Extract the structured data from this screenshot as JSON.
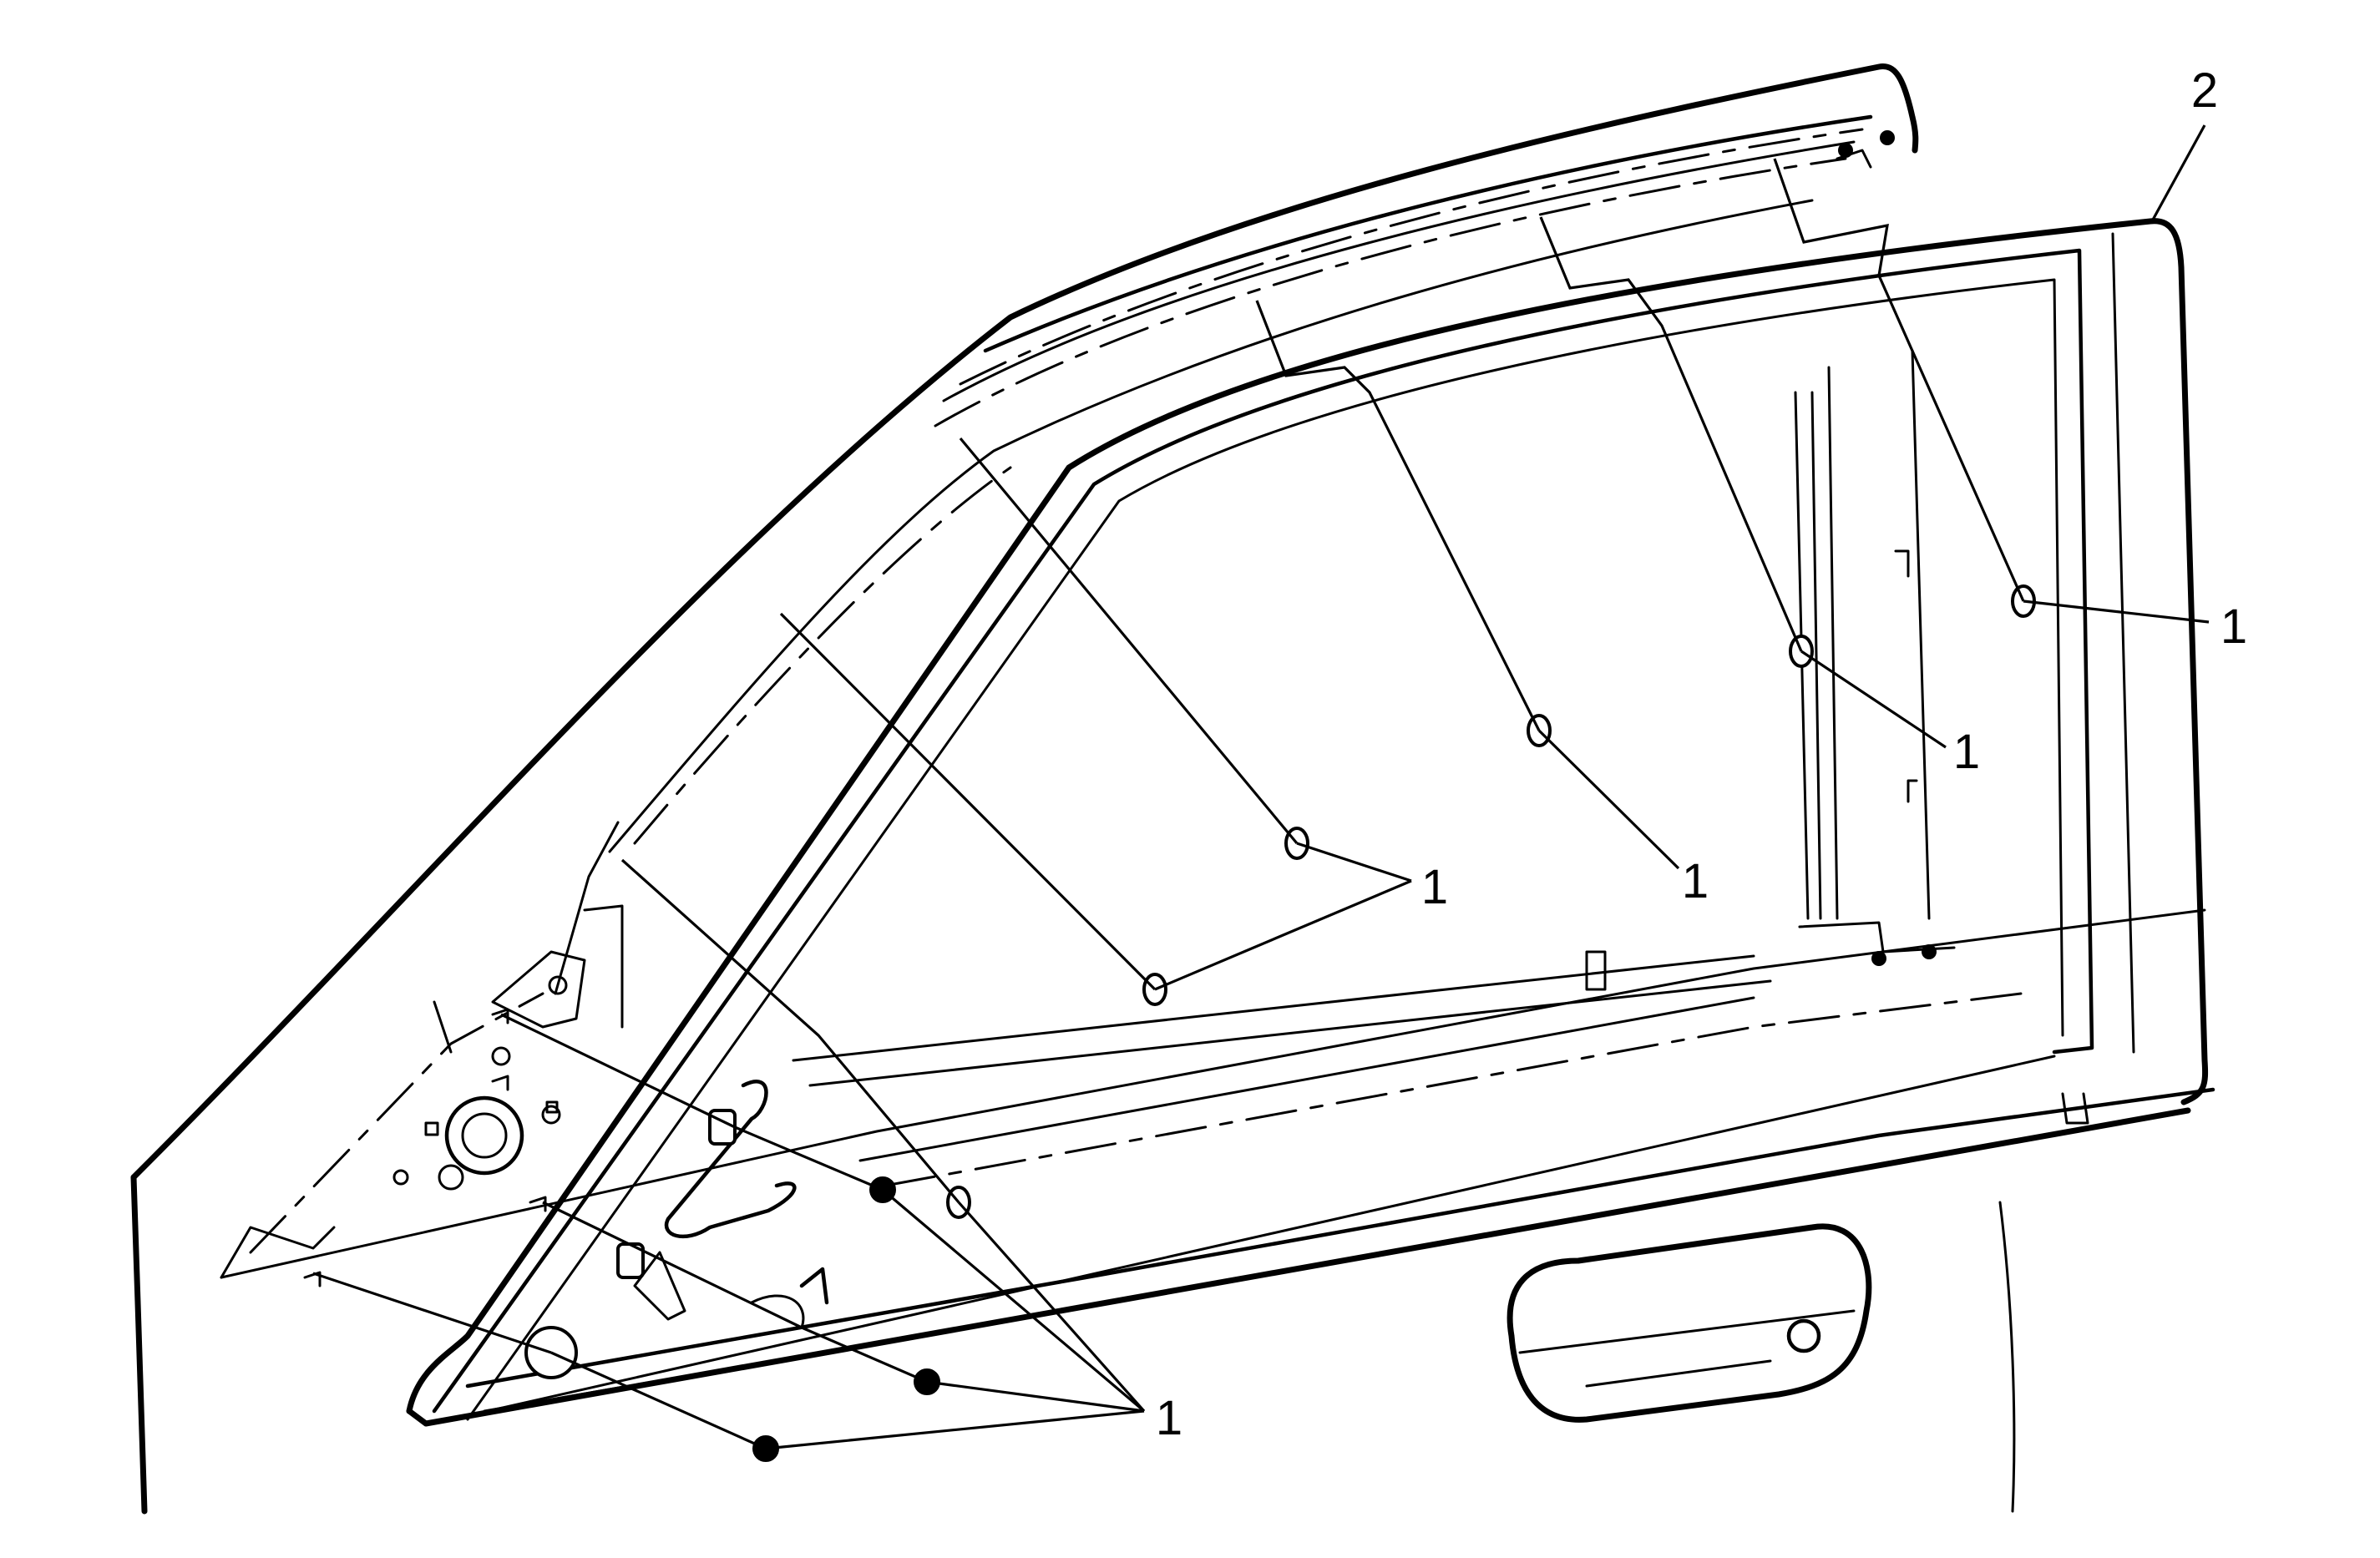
{
  "diagram": {
    "callouts": [
      {
        "id": "fastener",
        "label": "1"
      },
      {
        "id": "molding",
        "label": "2"
      }
    ]
  }
}
